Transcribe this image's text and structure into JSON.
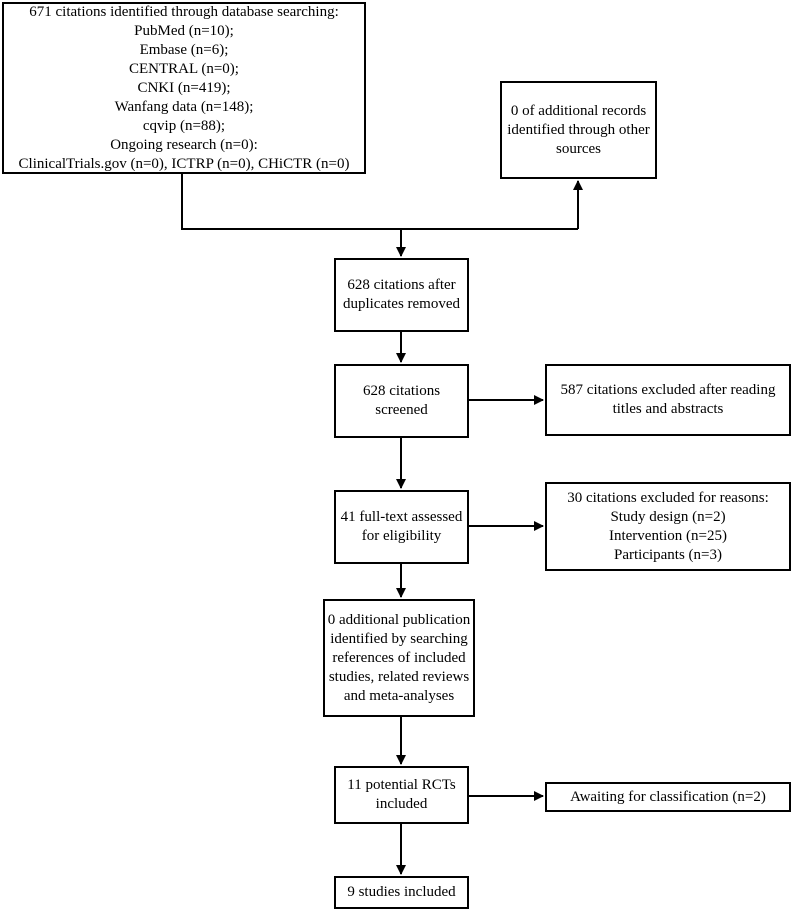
{
  "flowchart": {
    "search": {
      "lines": [
        "671 citations identified through database searching:",
        "PubMed (n=10);",
        "Embase (n=6);",
        "CENTRAL (n=0);",
        "CNKI (n=419);",
        "Wanfang data (n=148);",
        "cqvip (n=88);",
        "Ongoing research (n=0):",
        "ClinicalTrials.gov (n=0), ICTRP (n=0), CHiCTR (n=0)"
      ]
    },
    "other_sources": {
      "lines": [
        "0 of additional records",
        "identified through other",
        "sources"
      ]
    },
    "deduplicated": {
      "lines": [
        "628 citations after",
        "duplicates removed"
      ]
    },
    "screened": {
      "lines": [
        "628 citations",
        "screened"
      ]
    },
    "excluded_titles": {
      "lines": [
        "587 citations excluded after reading",
        "titles and abstracts"
      ]
    },
    "fulltext": {
      "lines": [
        "41 full-text assessed",
        "for eligibility"
      ]
    },
    "excluded_reasons": {
      "lines": [
        "30 citations excluded for reasons:",
        "Study design (n=2)",
        "Intervention (n=25)",
        "Participants (n=3)"
      ]
    },
    "additional": {
      "lines": [
        "0 additional publication",
        "identified by searching",
        "references of included",
        "studies, related reviews",
        "and meta-analyses"
      ]
    },
    "potential_rcts": {
      "lines": [
        "11 potential RCTs",
        "included"
      ]
    },
    "awaiting": {
      "lines": [
        "Awaiting for classification (n=2)"
      ]
    },
    "included": {
      "lines": [
        "9 studies included"
      ]
    }
  }
}
